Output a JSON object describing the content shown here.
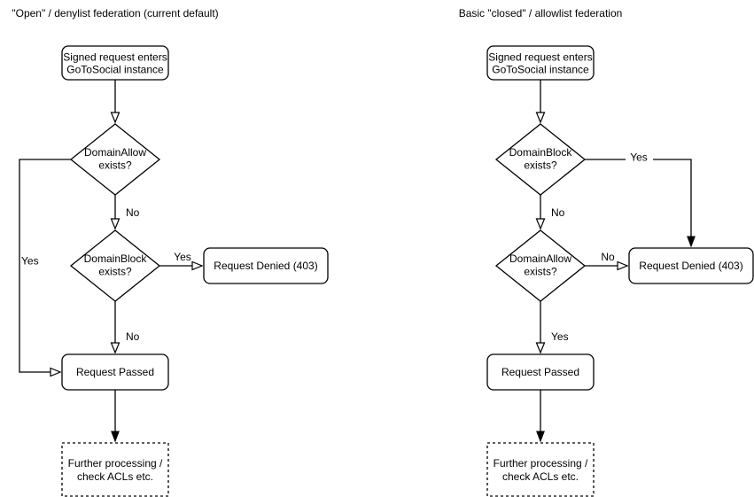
{
  "page": {
    "background": "#ffffff"
  },
  "colors": {
    "line": "#000000",
    "node_fill": "#ffffff",
    "text": "#000000"
  },
  "charts": {
    "left": {
      "title": "\"Open\" / denylist federation (current default)",
      "start": {
        "line1": "Signed request enters",
        "line2": "GoToSocial instance"
      },
      "decision1": {
        "line1": "DomainAllow",
        "line2": "exists?",
        "yes_label": "Yes",
        "no_label": "No"
      },
      "decision2": {
        "line1": "DomainBlock",
        "line2": "exists?",
        "yes_label": "Yes",
        "no_label": "No"
      },
      "denied": {
        "label": "Request Denied (403)"
      },
      "passed": {
        "label": "Request Passed"
      },
      "further": {
        "line1": "Further processing /",
        "line2": "check ACLs etc."
      }
    },
    "right": {
      "title": "Basic \"closed\" / allowlist federation",
      "start": {
        "line1": "Signed request enters",
        "line2": "GoToSocial instance"
      },
      "decision1": {
        "line1": "DomainBlock",
        "line2": "exists?",
        "yes_label": "Yes",
        "no_label": "No"
      },
      "decision2": {
        "line1": "DomainAllow",
        "line2": "exists?",
        "yes_label": "Yes",
        "no_label": "No"
      },
      "denied": {
        "label": "Request Denied (403)"
      },
      "passed": {
        "label": "Request Passed"
      },
      "further": {
        "line1": "Further processing /",
        "line2": "check ACLs etc."
      }
    }
  }
}
